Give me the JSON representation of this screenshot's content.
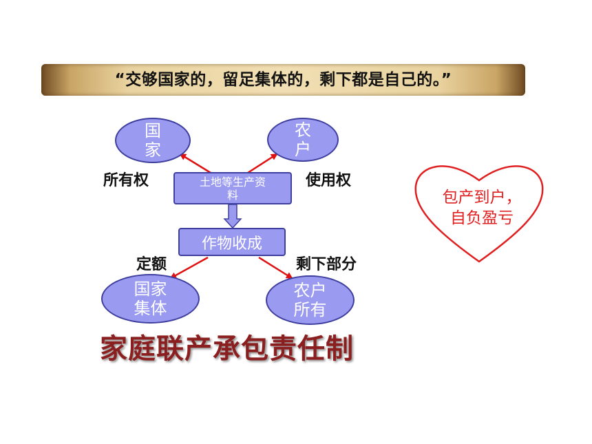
{
  "banner": {
    "quote": "“交够国家的，留足集体的，剩下都是自己的。”"
  },
  "nodes": {
    "country": [
      "国",
      "家"
    ],
    "farmer": [
      "农",
      "户"
    ],
    "land": [
      "土地等生产资",
      "料"
    ],
    "harvest": "作物收成",
    "state_collective": [
      "国家",
      "集体"
    ],
    "farmer_owned": [
      "农户",
      "所有"
    ]
  },
  "labels": {
    "ownership": "所有权",
    "usage_right": "使用权",
    "fixed_quota": "定额",
    "remainder": "剩下部分"
  },
  "heart": {
    "lines": [
      "包产到户，",
      "自负盈亏"
    ]
  },
  "title": "家庭联产承包责任制",
  "colors": {
    "node_fill": "#9a9af0",
    "node_border": "#3e3e9e",
    "arrow": "#e01010",
    "title": "#8b1f1f",
    "heart": "#e02020"
  }
}
